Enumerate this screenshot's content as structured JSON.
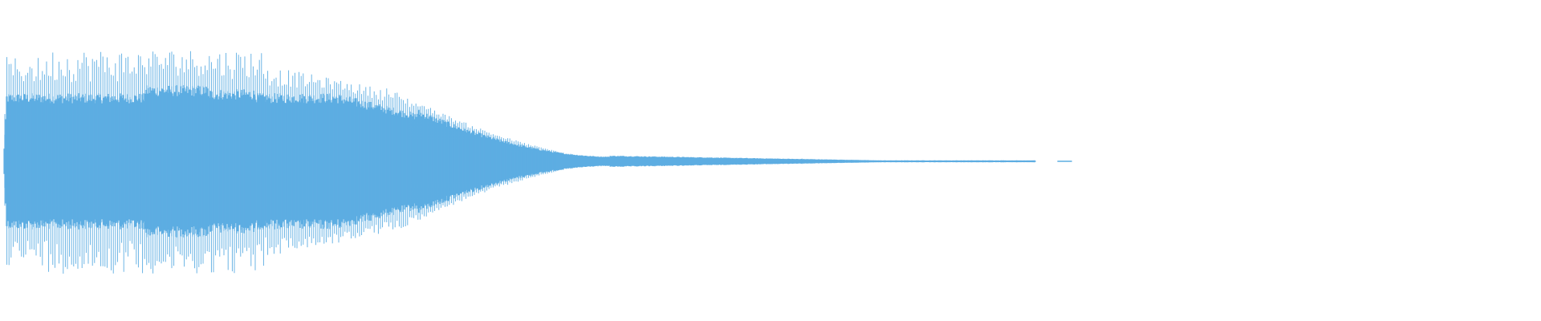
{
  "waveform": {
    "color": "#5DADE2",
    "background": "#FFFFFF",
    "envelope": {
      "attack_level": 0.82,
      "peak_level": 0.98,
      "sustain_level": 0.82,
      "decay_start_fraction": 0.24,
      "fade_to_silence_fraction": 0.69
    }
  }
}
